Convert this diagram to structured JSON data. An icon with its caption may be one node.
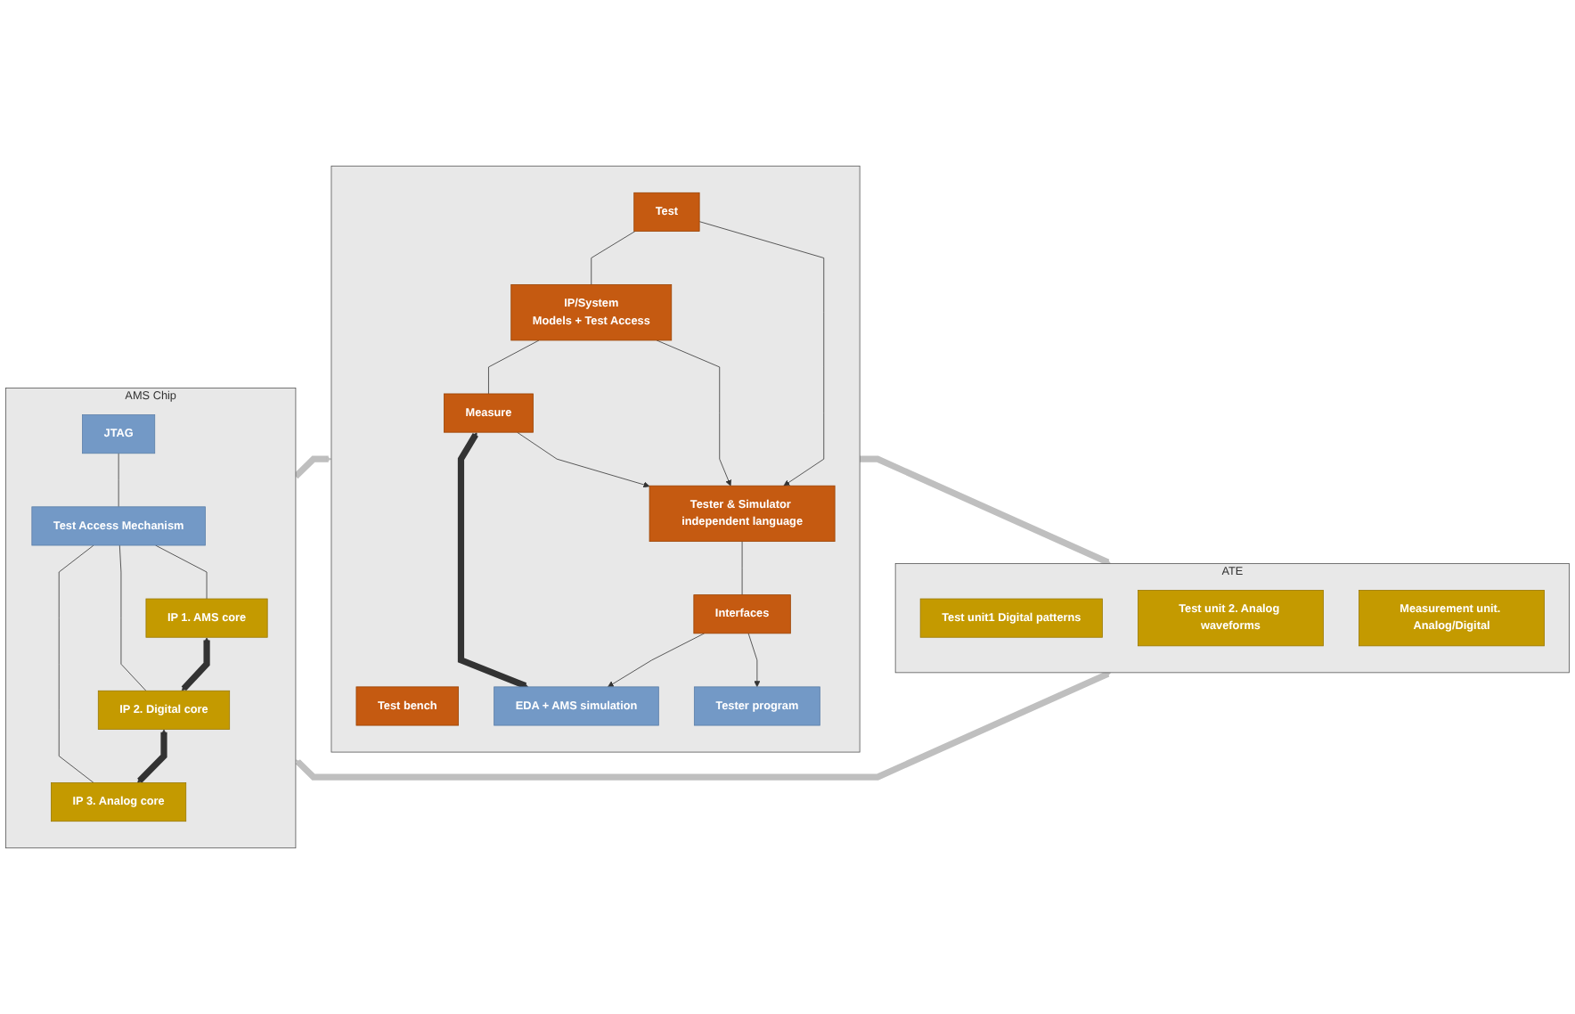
{
  "diagram": {
    "nodes": [
      {
        "text": [],
        "shape": "box"
      },
      {
        "text": [
          "Test bench"
        ],
        "in": 0
      },
      {
        "text": [
          "Test"
        ],
        "in": 0
      },
      {
        "text": [
          "Measure"
        ],
        "in": 0
      },
      {
        "text": [
          "IP/System",
          "Models + Test Access"
        ],
        "in": 0
      },
      {
        "text": [
          "EDA + AMS simulation"
        ],
        "in": 0
      },
      {
        "text": [
          "Tester & Simulator independent language"
        ],
        "in": 0
      },
      {
        "text": [
          "Interfaces"
        ],
        "in": 0
      },
      {
        "text": [
          "Tester program"
        ],
        "in": 0
      },
      {
        "text": [
          "AMS Chip"
        ]
      },
      {
        "text": [
          "JTAG"
        ],
        "in": 9
      },
      {
        "text": [
          "Test Access Mechanism"
        ],
        "in": 9
      },
      {
        "text": [
          "IP 1. AMS core"
        ],
        "in": 9
      },
      {
        "text": [
          "IP 2. Digital core"
        ],
        "in": 9
      },
      {
        "text": [
          "IP 3. Analog core"
        ],
        "in": 9
      },
      {
        "text": [
          "ATE"
        ]
      },
      {
        "text": [
          "Test unit1 Digital patterns"
        ],
        "in": 15
      },
      {
        "text": [
          "Test unit 2. Analog waveforms"
        ],
        "in": 15
      },
      {
        "text": [
          "Measurement unit. Analog/Digital"
        ],
        "in": 15
      }
    ],
    "edges": [
      {
        "from": 2,
        "to": 4,
        "arrow": "none"
      },
      {
        "from": 4,
        "to": 3,
        "arrow": "none"
      },
      {
        "from": 3,
        "to": 5,
        "arrow": "both",
        "style": "thick"
      },
      {
        "from": 2,
        "to": 6,
        "arrow": "to"
      },
      {
        "from": 4,
        "to": 6,
        "arrow": "to"
      },
      {
        "from": 3,
        "to": 6,
        "arrow": "to"
      },
      {
        "from": 6,
        "to": 7,
        "arrow": "none"
      },
      {
        "from": 7,
        "to": 5,
        "arrow": "to"
      },
      {
        "from": 7,
        "to": 8,
        "arrow": "to"
      },
      {
        "from": 10,
        "to": 11,
        "arrow": "none"
      },
      {
        "from": 11,
        "to": 12,
        "arrow": "none"
      },
      {
        "from": 11,
        "to": 13,
        "arrow": "none"
      },
      {
        "from": 11,
        "to": 14,
        "arrow": "none"
      },
      {
        "from": 12,
        "to": 13,
        "arrow": "both",
        "style": "thick"
      },
      {
        "from": 13,
        "to": 14,
        "arrow": "both",
        "style": "thick"
      },
      {
        "from": 9,
        "to": 0,
        "arrow": "to",
        "style": "thick",
        "color": "#bfbfbf"
      },
      {
        "from": 0,
        "to": 15,
        "arrow": "to",
        "style": "thick",
        "color": "#bfbfbf"
      },
      {
        "from": 9,
        "to": 15,
        "arrow": "both",
        "style": "thick",
        "color": "#bfbfbf"
      }
    ]
  }
}
